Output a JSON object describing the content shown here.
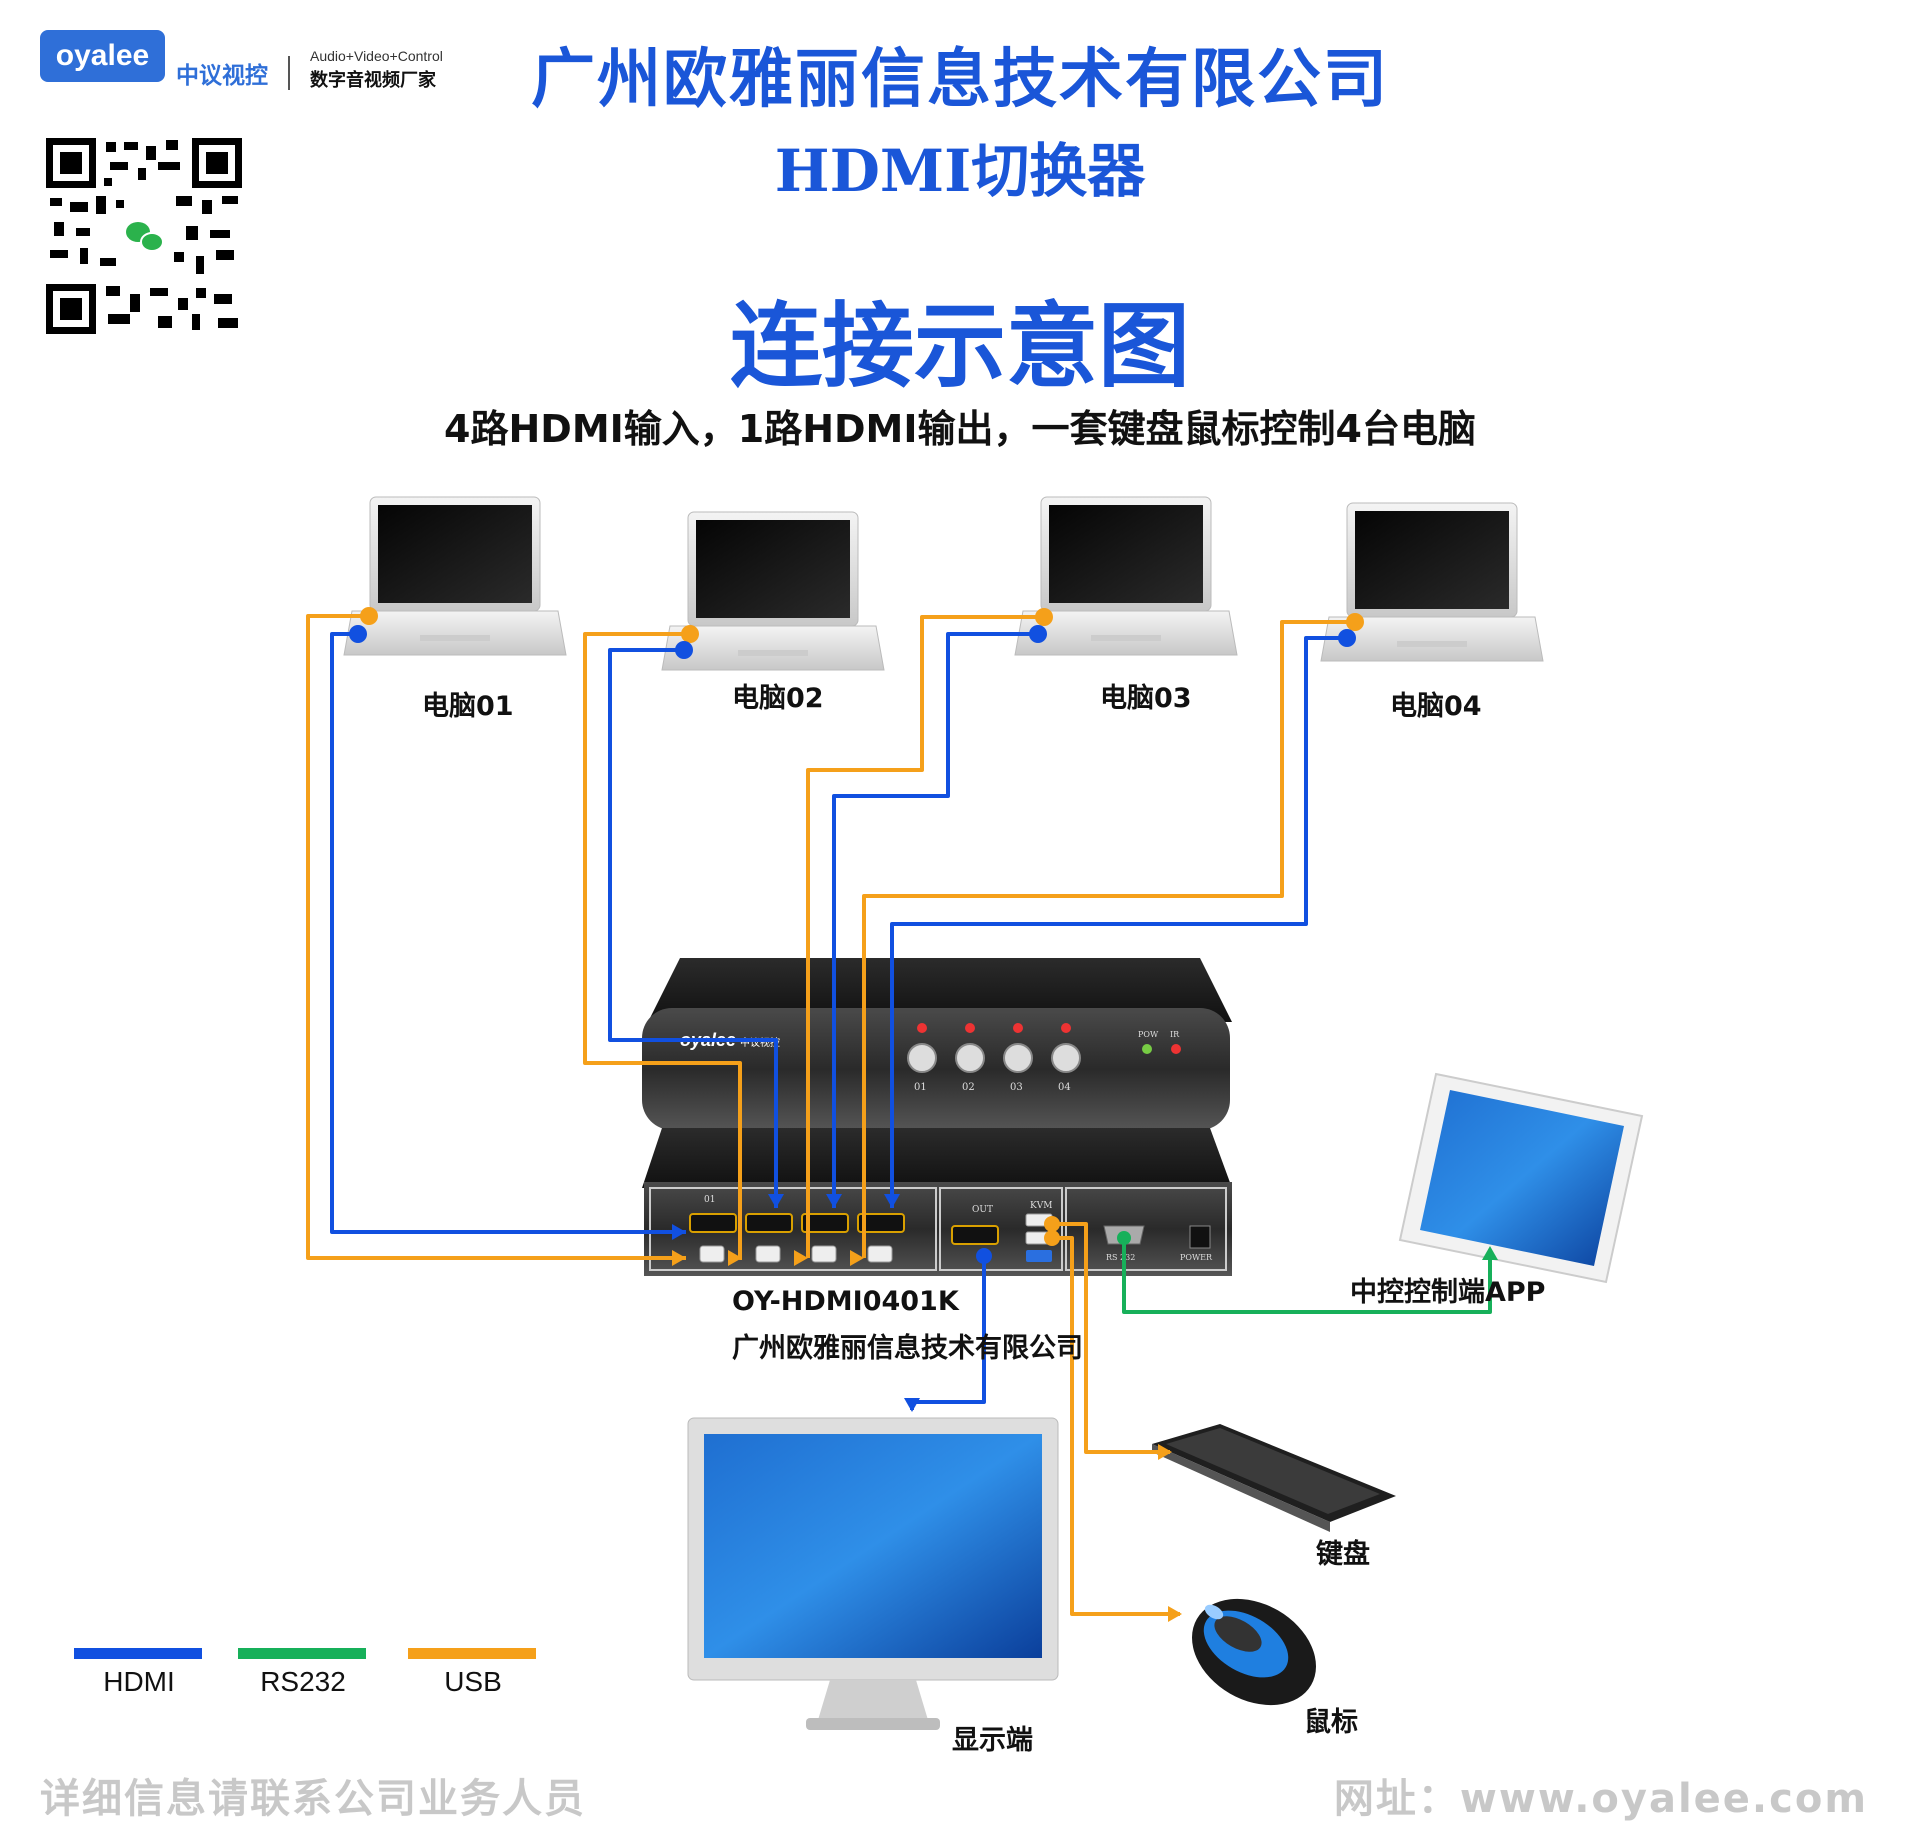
{
  "brand": {
    "logo_text": "oyalee",
    "logo_cn": "中议视控",
    "tagline_en": "Audio+Video+Control",
    "tagline_cn": "数字音视频厂家"
  },
  "header": {
    "company": "广州欧雅丽信息技术有限公司",
    "product": "HDMI切换器",
    "diagram_title": "连接示意图",
    "subtitle": "4路HDMI输入，1路HDMI输出，一套键盘鼠标控制4台电脑"
  },
  "computers": [
    {
      "label": "电脑01"
    },
    {
      "label": "电脑02"
    },
    {
      "label": "电脑03"
    },
    {
      "label": "电脑04"
    }
  ],
  "device": {
    "front_logo": "oyalee",
    "front_logo_cn": "中议视控",
    "buttons": [
      "01",
      "02",
      "03",
      "04"
    ],
    "leds": [
      "POW",
      "IR"
    ],
    "rear_in_label": "01",
    "rear_out_label": "OUT",
    "rear_kvm_label": "KVM",
    "rear_rs232_label": "RS 232",
    "rear_power_label": "POWER",
    "model": "OY-HDMI0401K",
    "maker": "广州欧雅丽信息技术有限公司"
  },
  "peripherals": {
    "app": "中控控制端APP",
    "keyboard": "键盘",
    "mouse": "鼠标",
    "display": "显示端"
  },
  "legend": [
    {
      "label": "HDMI",
      "color": "#1150e0"
    },
    {
      "label": "RS232",
      "color": "#17b05a"
    },
    {
      "label": "USB",
      "color": "#f5a01a"
    }
  ],
  "colors": {
    "hdmi": "#1150e0",
    "rs232": "#17b05a",
    "usb": "#f5a01a",
    "title": "#1a56d8"
  },
  "footer": {
    "left": "详细信息请联系公司业务人员",
    "right": "网址：www.oyalee.com"
  }
}
